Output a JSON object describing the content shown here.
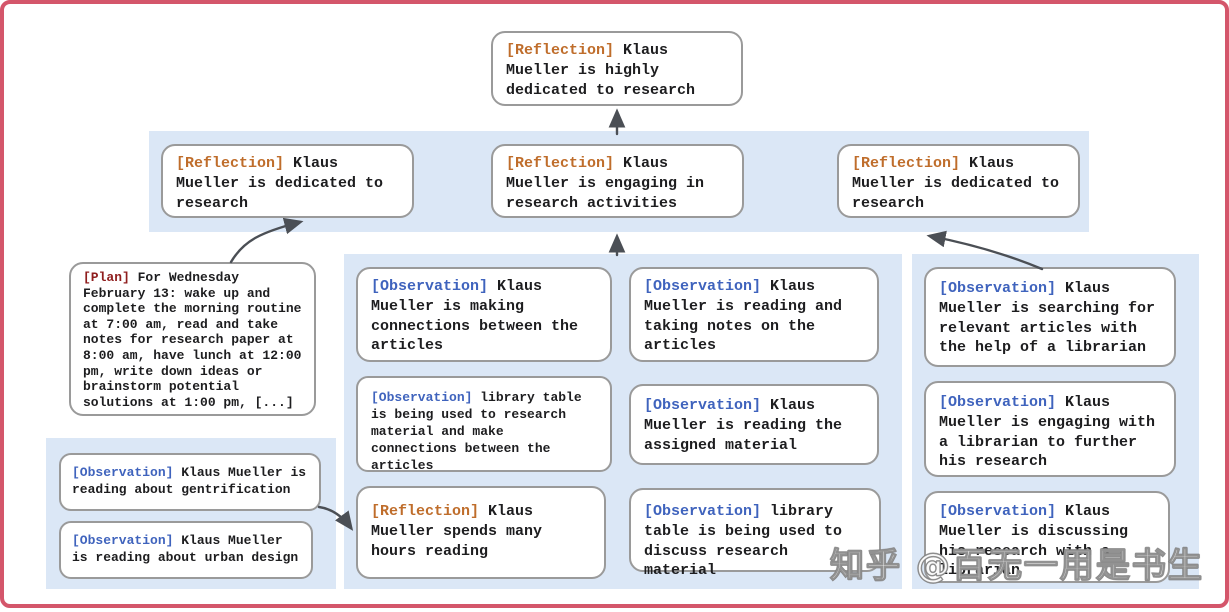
{
  "palette": {
    "frame_border": "#d4566b",
    "panel_blue": "#dbe7f6",
    "node_border": "#9a9a9a",
    "reflection_tag": "#bf6d2b",
    "observation_tag": "#3f63bd",
    "plan_tag": "#8f1d1d",
    "arrow": "#4b4f55",
    "body_text": "#1d1d1f"
  },
  "nodes": {
    "root": {
      "tag": "[Reflection]",
      "text": "Klaus Mueller is highly dedicated to research"
    },
    "refl_left": {
      "tag": "[Reflection]",
      "text": "Klaus Mueller is dedicated to research"
    },
    "refl_mid": {
      "tag": "[Reflection]",
      "text": "Klaus Mueller is engaging in research activities"
    },
    "refl_right": {
      "tag": "[Reflection]",
      "text": "Klaus Mueller is dedicated to research"
    },
    "plan": {
      "tag": "[Plan]",
      "text": "For Wednesday February 13: wake up and complete the morning routine at 7:00 am, read and take notes for research paper at 8:00 am, have lunch at 12:00 pm, write down ideas or brainstorm potential solutions at 1:00 pm, [...]"
    },
    "obs_gentrification": {
      "tag": "[Observation]",
      "text": "Klaus Mueller is reading about gentrification"
    },
    "obs_urban_design": {
      "tag": "[Observation]",
      "text": "Klaus Mueller is reading about urban design"
    },
    "obs_connections": {
      "tag": "[Observation]",
      "text": "Klaus Mueller is making connections between the articles"
    },
    "obs_taking_notes": {
      "tag": "[Observation]",
      "text": "Klaus Mueller is reading and taking notes on the articles"
    },
    "obs_library_research": {
      "tag": "[Observation]",
      "text": "library table is being used to research material and make connections between the articles"
    },
    "obs_assigned_material": {
      "tag": "[Observation]",
      "text": "Klaus Mueller is reading the assigned material"
    },
    "refl_hours_reading": {
      "tag": "[Reflection]",
      "text": "Klaus Mueller spends many hours reading"
    },
    "obs_library_discuss": {
      "tag": "[Observation]",
      "text": "library table is being used to discuss research material"
    },
    "obs_searching_articles": {
      "tag": "[Observation]",
      "text": "Klaus Mueller is searching for relevant articles with the help of a librarian"
    },
    "obs_engaging_librarian": {
      "tag": "[Observation]",
      "text": "Klaus Mueller is engaging with a librarian to further his research"
    },
    "obs_discussing_librarian": {
      "tag": "[Observation]",
      "text": "Klaus Mueller is discussing his research with a librarian"
    }
  },
  "watermark": {
    "text": "知乎 @百无一用是书生"
  }
}
